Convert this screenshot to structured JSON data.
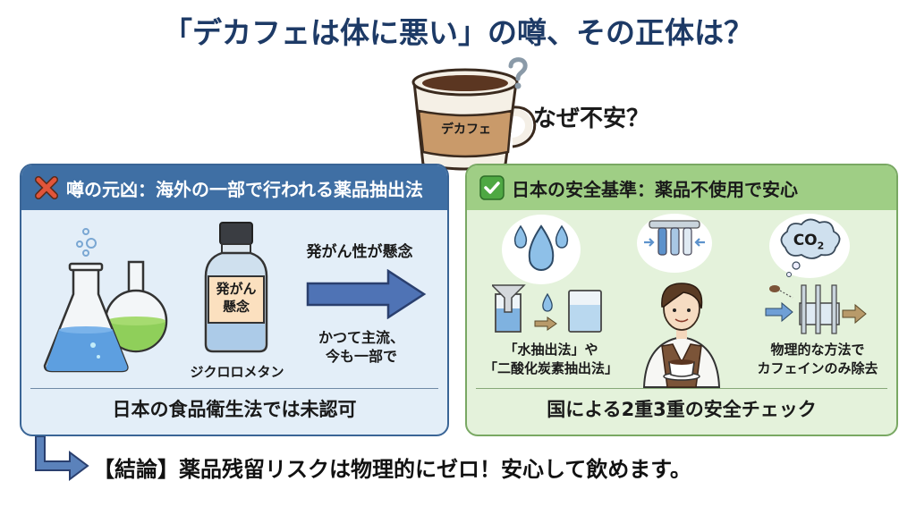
{
  "title": "「デカフェは体に悪い」の噂、その正体は？",
  "intro": {
    "cup_label": "デカフェ",
    "question": "なぜ不安？",
    "icons": [
      "coffee-cup-icon",
      "question-mark-icon"
    ]
  },
  "left_panel": {
    "header": "噂の元凶：海外の一部で行われる薬品抽出法",
    "header_icon": "x-mark-icon",
    "colors": {
      "header": "#3f6fa4",
      "body": "#e3eef8",
      "border": "#3a6596"
    },
    "bottle_label_line1": "発がん",
    "bottle_label_line2": "懸念",
    "chemical_name": "ジクロロメタン",
    "arrow_top_text": "発がん性が懸念",
    "arrow_bottom_line1": "かつて主流、",
    "arrow_bottom_line2": "今も一部で",
    "footer": "日本の食品衛生法では未認可",
    "icons": [
      "flask-icon",
      "bubbles-icon",
      "chemical-bottle-icon",
      "right-arrow-icon"
    ]
  },
  "right_panel": {
    "header": "日本の安全基準：薬品不使用で安心",
    "header_icon": "check-mark-icon",
    "colors": {
      "header": "#9fce85",
      "body": "#e4f2db",
      "border": "#79a863"
    },
    "method_left_line1": "「水抽出法」や",
    "method_left_line2": "「二酸化炭素抽出法」",
    "method_right_line1": "物理的な方法で",
    "method_right_line2": "カフェインのみ除去",
    "co2_label": "CO",
    "co2_sub": "2",
    "footer": "国による2重3重の安全チェック",
    "icons": [
      "water-drops-icon",
      "filter-icon",
      "co2-cloud-icon",
      "barista-icon",
      "extraction-process-icon"
    ]
  },
  "conclusion": {
    "text": "【結論】薬品残留リスクは物理的にゼロ！安心して飲めます。",
    "icon": "elbow-arrow-icon"
  }
}
